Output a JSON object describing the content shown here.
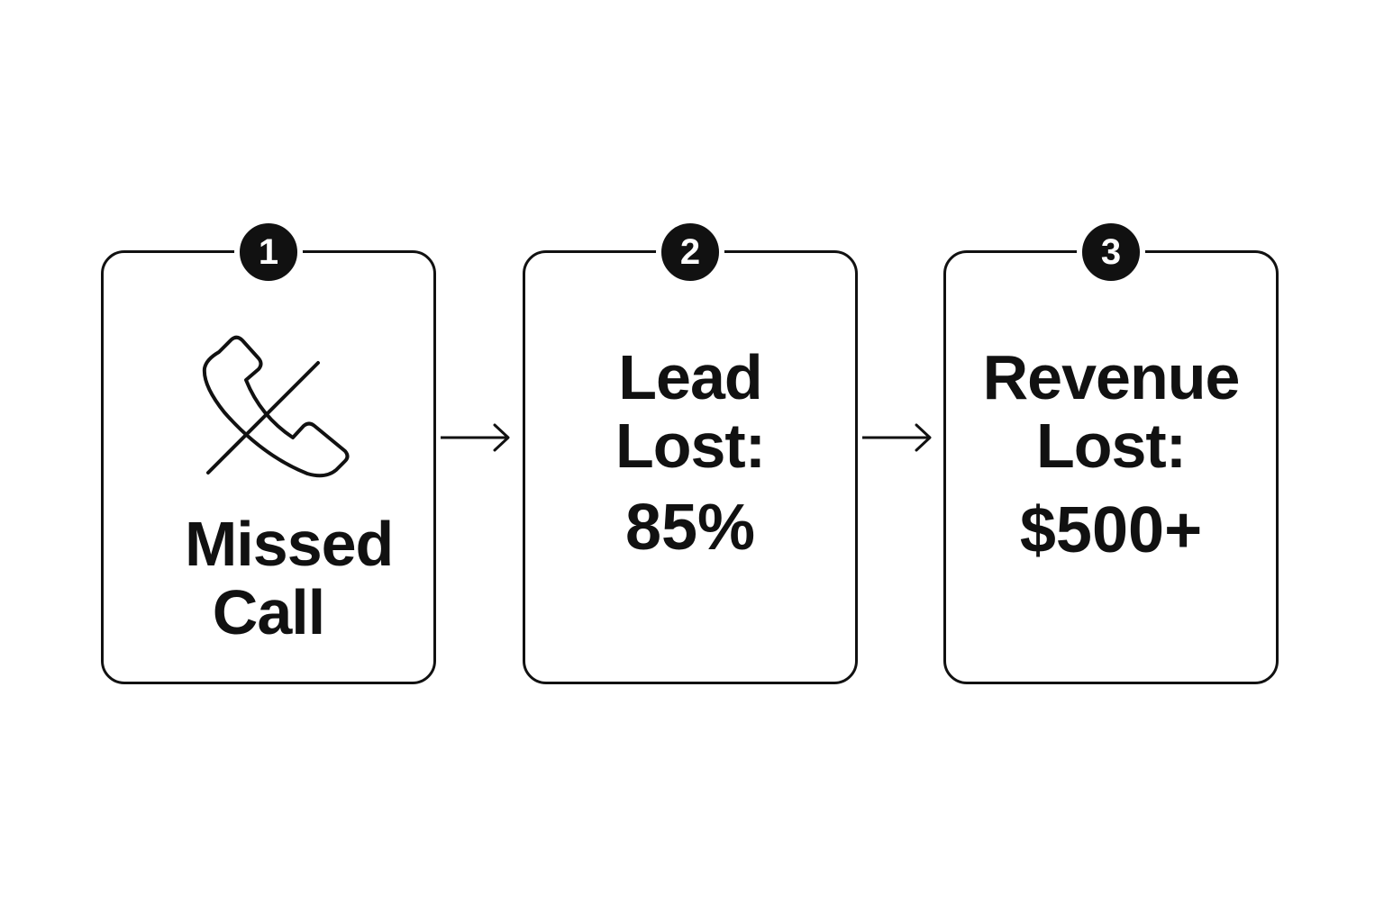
{
  "steps": [
    {
      "number": "1",
      "label": "Missed Call",
      "icon": "missed-call-icon"
    },
    {
      "number": "2",
      "label": "Lead Lost:",
      "value": "85%"
    },
    {
      "number": "3",
      "label": "Revenue Lost:",
      "value": "$500+"
    }
  ],
  "colors": {
    "stroke": "#111111",
    "background": "#ffffff",
    "badge_fill": "#111111",
    "badge_text": "#ffffff"
  }
}
